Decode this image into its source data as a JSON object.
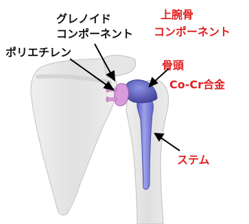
{
  "labels": {
    "glenoid_line1": "グレノイド",
    "glenoid_line2": "コンポーネント",
    "polyethylene": "ポリエチレン",
    "humeral_line1": "上腕骨",
    "humeral_line2": "コンポーネント",
    "head": "骨頭",
    "cocr": "Co-Cr合金",
    "stem": "ステム"
  },
  "colors": {
    "label_black": "#111111",
    "label_red": "#e02020",
    "bone": "#e4e4e4",
    "bone_edge": "#c2c2c2",
    "implant": "#7b7fd6",
    "implant_dark": "#4d4fa8",
    "poly": "#d79cd9"
  }
}
